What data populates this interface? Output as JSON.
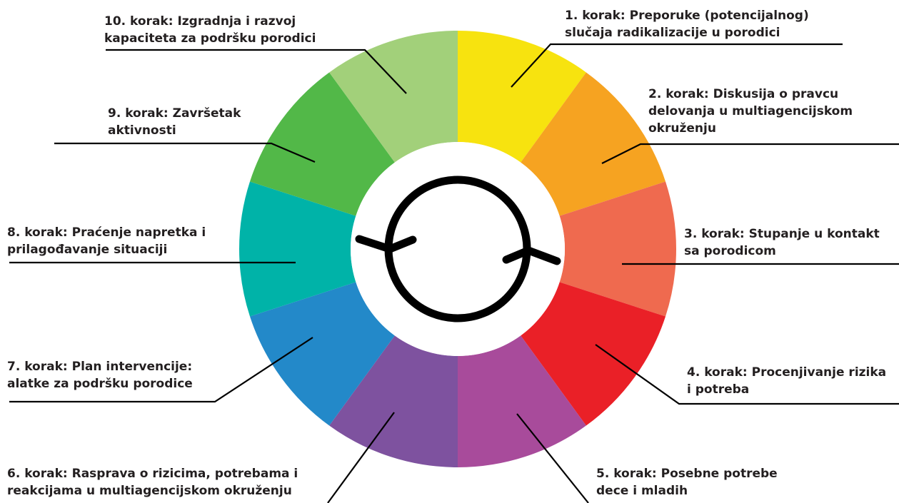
{
  "diagram": {
    "steps": [
      {
        "id": 1,
        "lines": [
          "1. korak:  Preporuke (potencijalnog)",
          "slučaja radikalizacije u porodici"
        ],
        "color": "#f7e30f"
      },
      {
        "id": 2,
        "lines": [
          "2. korak:  Diskusija o pravcu",
          "delovanja u multiagencijskom",
          "okruženju"
        ],
        "color": "#f6a321"
      },
      {
        "id": 3,
        "lines": [
          "3. korak:  Stupanje u kontakt",
          "sa porodicom"
        ],
        "color": "#ef6a4f"
      },
      {
        "id": 4,
        "lines": [
          "4. korak:  Procenjivanje rizika",
          "i potreba"
        ],
        "color": "#ea2027"
      },
      {
        "id": 5,
        "lines": [
          "5. korak:  Posebne potrebe",
          "dece i mladih"
        ],
        "color": "#a84b9b"
      },
      {
        "id": 6,
        "lines": [
          "6. korak:  Rasprava o rizicima, potrebama i",
          "reakcijama u multiagencijskom okruženju"
        ],
        "color": "#7e529f"
      },
      {
        "id": 7,
        "lines": [
          "7. korak:  Plan intervencije:",
          "alatke za podršku porodice"
        ],
        "color": "#2389c9"
      },
      {
        "id": 8,
        "lines": [
          "8. korak:  Praćenje napretka i",
          "prilagođavanje situaciji"
        ],
        "color": "#00b3a8"
      },
      {
        "id": 9,
        "lines": [
          "9. korak:  Završetak",
          "aktivnosti"
        ],
        "color": "#52b848"
      },
      {
        "id": 10,
        "lines": [
          "10. korak:  Izgradnja i razvoj",
          "kapaciteta za podršku porodici"
        ],
        "color": "#a2d07a"
      }
    ],
    "center_icon": "cycle-arrows-icon"
  }
}
